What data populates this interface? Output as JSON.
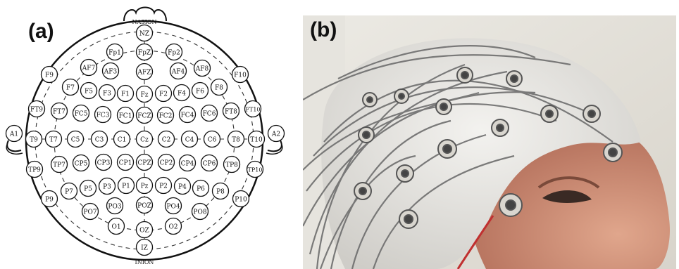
{
  "panels": {
    "a_label": "(a)",
    "b_label": "(b)"
  },
  "diagram": {
    "top_label": "NASION",
    "bottom_label": "INION",
    "electrodes": [
      "NZ",
      "Fp1",
      "FpZ",
      "Fp2",
      "AF7",
      "AF3",
      "AFZ",
      "AF4",
      "AF8",
      "F9",
      "F7",
      "F5",
      "F3",
      "F1",
      "Fz",
      "F2",
      "F4",
      "F6",
      "F8",
      "F10",
      "FT9",
      "FT7",
      "FC5",
      "FC3",
      "FC1",
      "FCZ",
      "FC2",
      "FC4",
      "FC6",
      "FT8",
      "FT10",
      "A1",
      "T9",
      "T7",
      "C5",
      "C3",
      "C1",
      "Cz",
      "C2",
      "C4",
      "C6",
      "T8",
      "T10",
      "A2",
      "TP9",
      "TP7",
      "CP5",
      "CP3",
      "CP1",
      "CPZ",
      "CP2",
      "CP4",
      "CP6",
      "TP8",
      "TP10",
      "P9",
      "P7",
      "P5",
      "P3",
      "P1",
      "Pz",
      "P2",
      "P4",
      "P6",
      "P8",
      "P10",
      "PO7",
      "PO3",
      "POZ",
      "PO4",
      "PO8",
      "O1",
      "OZ",
      "O2",
      "IZ"
    ]
  },
  "photo": {
    "subject": "Head wearing EEG electrode cap"
  }
}
